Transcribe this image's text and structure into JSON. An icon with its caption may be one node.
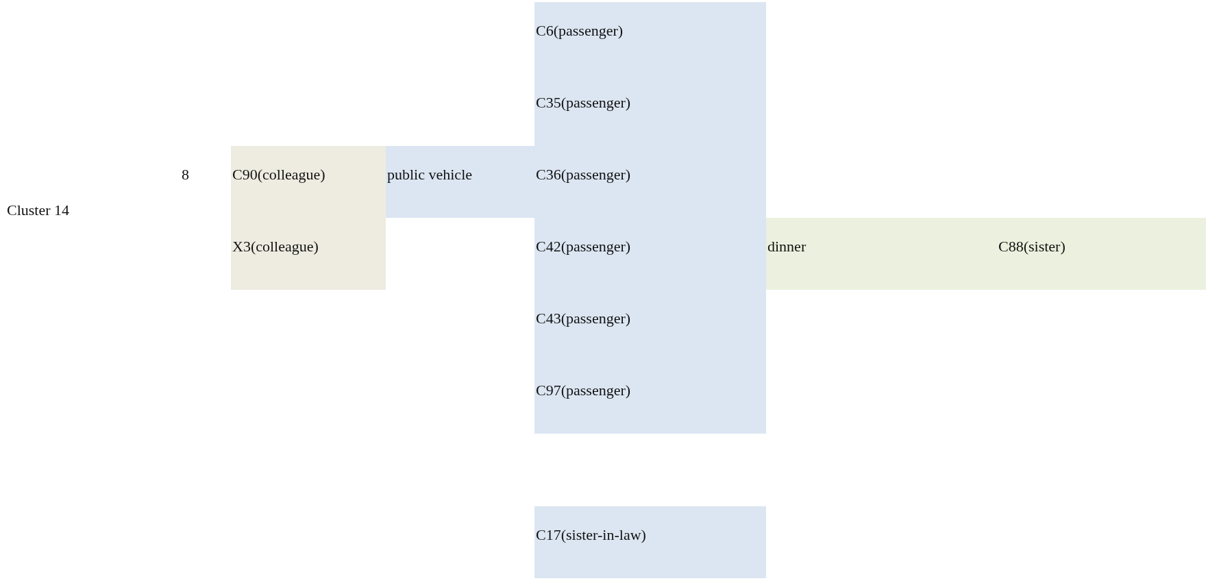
{
  "diagram": {
    "nodes": [
      {
        "text": [
          "C90(colleague)",
          "X3(colleague)"
        ]
      },
      {
        "text": [
          "public vehicle"
        ]
      },
      {
        "text": [
          "C6(passenger)",
          "C35(passenger)",
          "C36(passenger)",
          "C42(passenger)",
          "C43(passenger)",
          "C97(passenger)"
        ]
      },
      {
        "text": [
          "dinner"
        ]
      },
      {
        "text": [
          "C88(sister)"
        ]
      },
      {
        "text": [
          "C17(sister-in-law)"
        ]
      }
    ],
    "labels": [
      "8",
      "Cluster 14"
    ]
  }
}
